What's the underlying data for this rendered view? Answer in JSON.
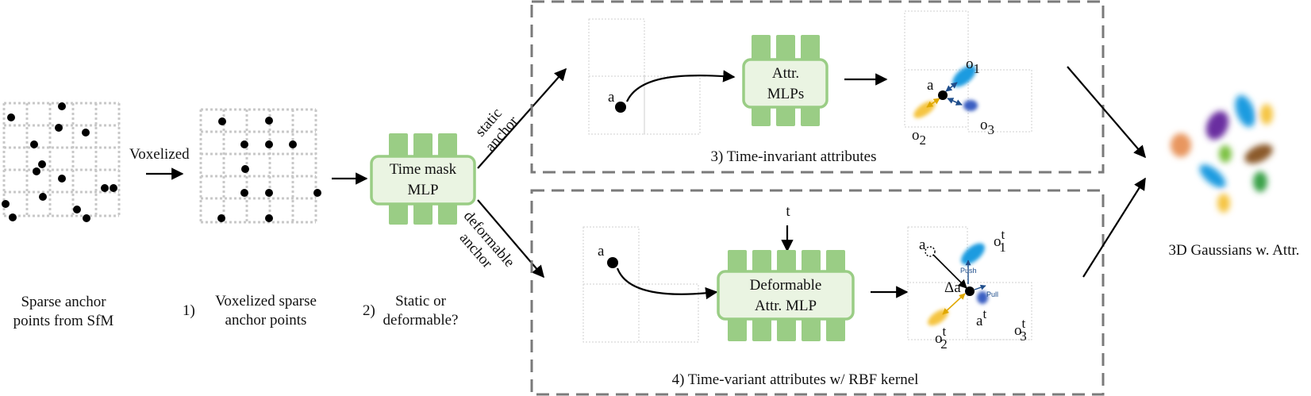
{
  "input": {
    "arrow_label": "Voxelized",
    "caption_line1": "Sparse anchor",
    "caption_line2": "points from SfM"
  },
  "voxelized": {
    "caption_num": "1)",
    "caption_line1": "Voxelized sparse",
    "caption_line2": "anchor points"
  },
  "time_mask": {
    "label_line1": "Time mask",
    "label_line2": "MLP",
    "caption_num": "2)",
    "caption_line1": "Static or",
    "caption_line2": "deformable?"
  },
  "branches": {
    "static_line1": "static",
    "static_line2": "anchor",
    "deformable_line1": "deformable",
    "deformable_line2": "anchor"
  },
  "static_panel": {
    "anchor_label": "a",
    "mlp_line1": "Attr.",
    "mlp_line2": "MLPs",
    "o1": "o",
    "o1_sub": "1",
    "o2": "o",
    "o2_sub": "2",
    "o3": "o",
    "o3_sub": "3",
    "caption": "3) Time-invariant attributes"
  },
  "deform_panel": {
    "anchor_label": "a",
    "time_label": "t",
    "mlp_line1": "Deformable",
    "mlp_line2": "Attr. MLP",
    "push": "Push",
    "pull": "Pull",
    "delta": "Δa",
    "a_t": "a",
    "a_t_sup": "t",
    "o1": "o",
    "o1_sup": "t",
    "o1_sub": "1",
    "o2": "o",
    "o2_sup": "t",
    "o2_sub": "2",
    "o3": "o",
    "o3_sup": "t",
    "o3_sub": "3",
    "caption": "4) Time-variant attributes w/ RBF kernel"
  },
  "output": {
    "caption": "3D Gaussians w. Attr."
  },
  "colors": {
    "mlp_green": "#9acd85",
    "mlp_fill": "#eaf4e2",
    "blue_gaussian": "#1a9be0",
    "yellow_gaussian": "#f5c542",
    "purple_gaussian": "#6b2fa0",
    "brown_gaussian": "#8b5a2b",
    "orange_gaussian": "#e8965f",
    "green_gaussian": "#3aa14a",
    "lime_gaussian": "#7cc142"
  }
}
